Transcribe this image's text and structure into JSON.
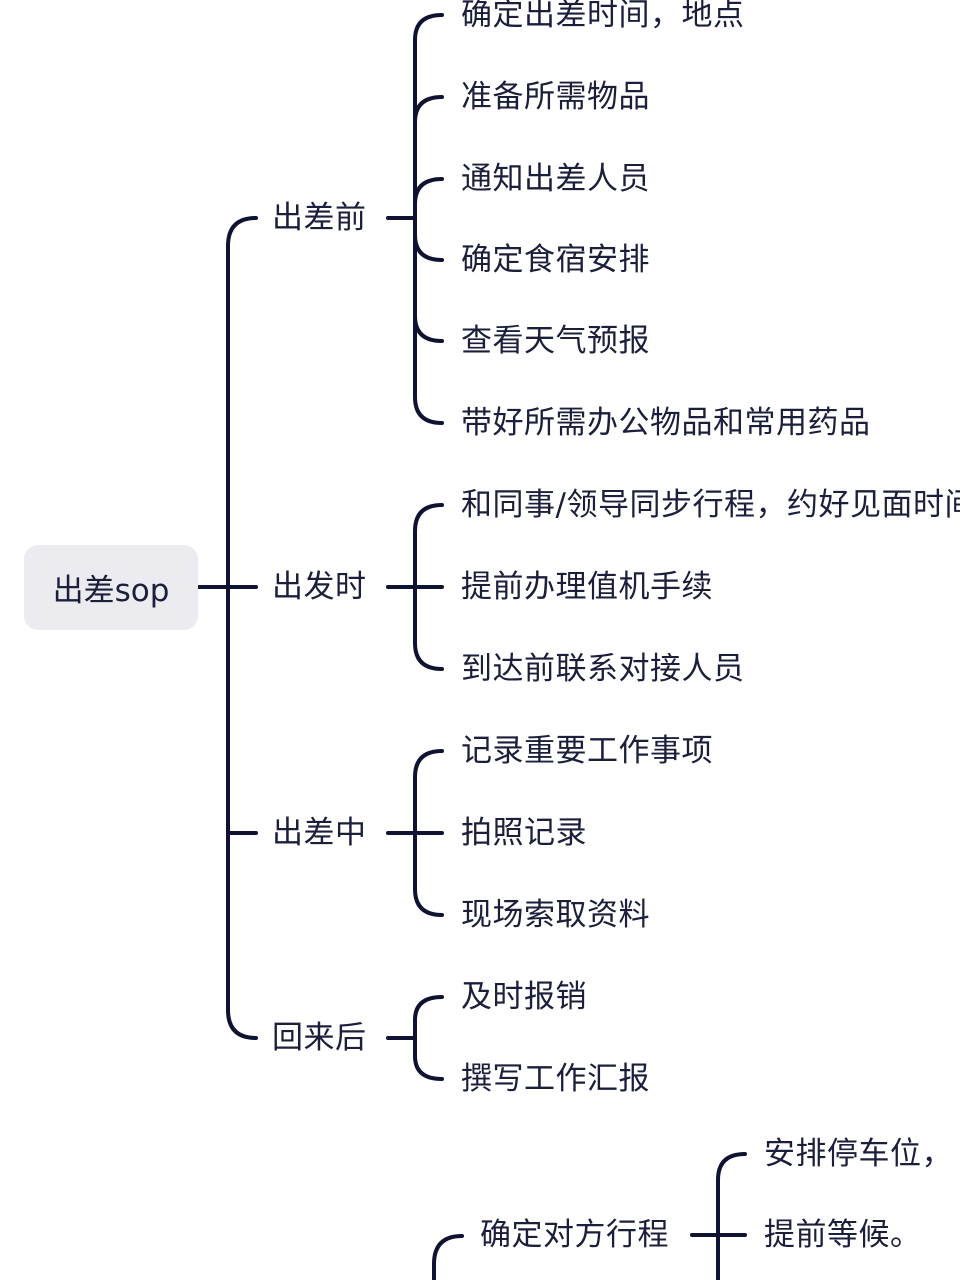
{
  "root": {
    "label": "出差sop"
  },
  "branches": [
    {
      "label": "出差前",
      "items": [
        "确定出差时间，地点",
        "准备所需物品",
        "通知出差人员",
        "确定食宿安排",
        "查看天气预报",
        "带好所需办公物品和常用药品"
      ]
    },
    {
      "label": "出发时",
      "items": [
        "和同事/领导同步行程，约好见面时间",
        "提前办理值机手续",
        "到达前联系对接人员"
      ]
    },
    {
      "label": "出差中",
      "items": [
        "记录重要工作事项",
        "拍照记录",
        "现场索取资料"
      ]
    },
    {
      "label": "回来后",
      "items": [
        "及时报销",
        "撰写工作汇报"
      ]
    }
  ],
  "lower_map": {
    "mid": {
      "label": "确定对方行程"
    },
    "items": [
      "安排停车位，",
      "提前等候。"
    ]
  },
  "colors": {
    "line": "#0f1230",
    "text": "#1b1f3b",
    "root_fill": "#ececf0"
  }
}
